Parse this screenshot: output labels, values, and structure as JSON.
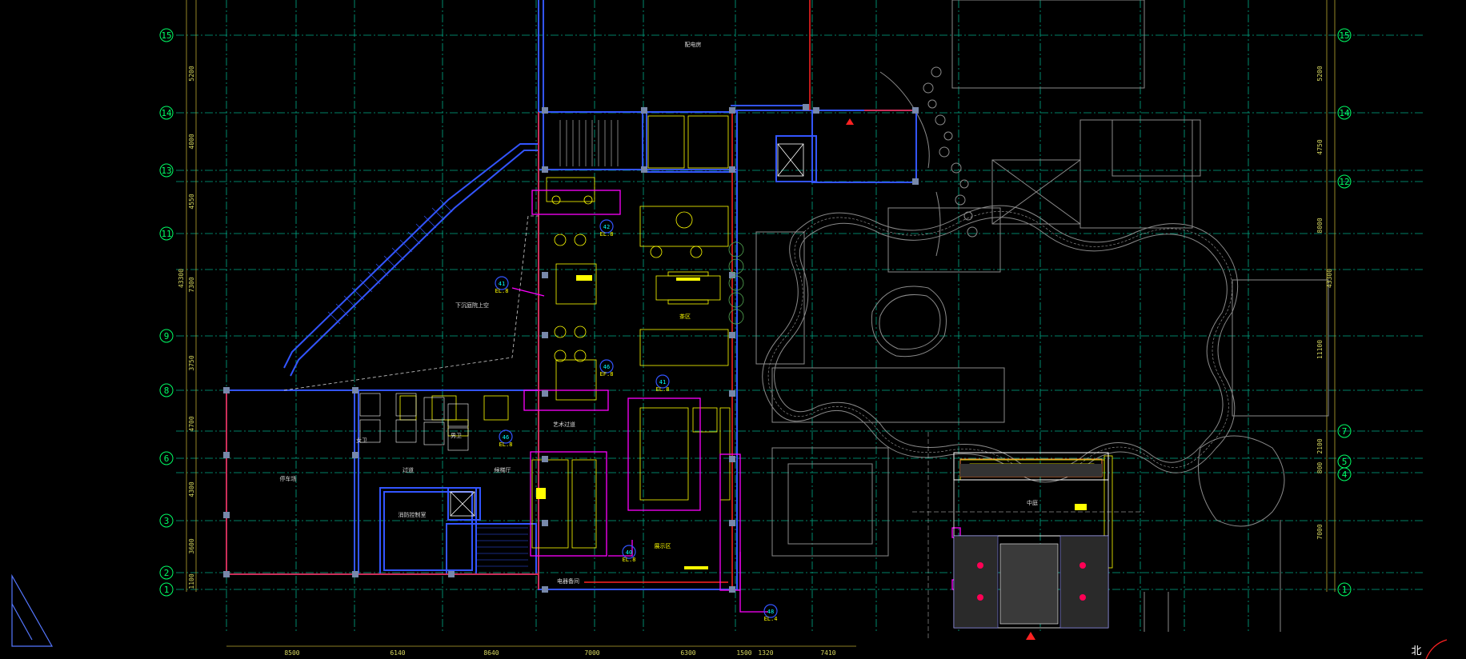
{
  "grid_labels_left": [
    "15",
    "14",
    "13",
    "11",
    "9",
    "8",
    "6",
    "3",
    "2",
    "1"
  ],
  "grid_labels_right": [
    "15",
    "14",
    "12",
    "7",
    "5",
    "4",
    "1"
  ],
  "dims_left": [
    "5200",
    "4000",
    "4550",
    "7300",
    "3750",
    "4700",
    "4300",
    "3600",
    "1100"
  ],
  "dim_left_total": "43300",
  "dims_right": [
    "5200",
    "4750",
    "8000",
    "11100",
    "2100",
    "800",
    "7000"
  ],
  "dim_right_total": "43300",
  "dims_bottom": [
    "8500",
    "6140",
    "8640",
    "7000",
    "6300",
    "1500",
    "1320",
    "7410"
  ],
  "rooms": {
    "top": "配电房",
    "void": "下沉庭院上空",
    "exhibition": "展示区",
    "tea": "茶区",
    "waiting": "候梯厅",
    "corridor": "过道",
    "power": "电器备间",
    "left_hall": "停车场",
    "control": "消防控制室",
    "womens": "女卫",
    "mens": "男卫",
    "art_corridor": "艺术过道",
    "court_label": "中庭"
  },
  "tags": [
    "41",
    "42",
    "46",
    "41",
    "46",
    "40",
    "48"
  ],
  "tag_codes": [
    "EL.8",
    "EL.8",
    "EF.8",
    "EL.8",
    "EL.8",
    "EL.8",
    "EL.4"
  ],
  "north_label": "北",
  "colors": {
    "grid": "#00aa88",
    "wall": "#3355ff",
    "red": "#ff2222",
    "magenta": "#ff00ff",
    "furniture": "#ffff00",
    "landscape": "#8a8a8a",
    "label": "#00ff66"
  }
}
